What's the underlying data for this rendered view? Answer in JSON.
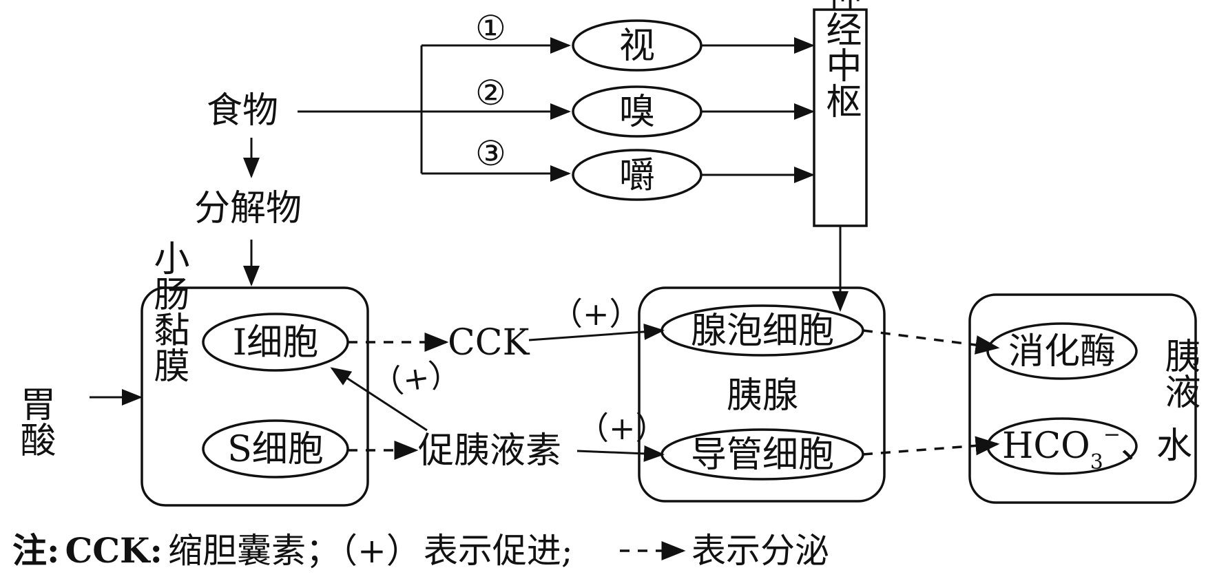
{
  "labels": {
    "food": "食物",
    "decomposition": "分解物",
    "gastric_acid": "胃酸",
    "small_intestine_mucosa": "小肠黏膜",
    "i_cell": "I细胞",
    "s_cell": "S细胞",
    "cck": "CCK",
    "secretin": "促胰液素",
    "sight": "视",
    "smell": "嗅",
    "chew": "嚼",
    "nerve_center": "神经中枢",
    "acinar_cell": "腺泡细胞",
    "pancreas": "胰腺",
    "duct_cell": "导管细胞",
    "digestive_enzyme": "消化酶",
    "hco3_base": "HCO",
    "hco3_sub": "3",
    "hco3_sup": "−",
    "hco3_rest": "、水",
    "pancreatic_juice": "胰液"
  },
  "numbers": [
    "①",
    "②",
    "③"
  ],
  "signs": {
    "plus_cck": "（+）",
    "plus_secretin": "（+）",
    "plus_feedback": "（+）"
  },
  "note": {
    "prefix": "注",
    "colon": ":",
    "cck": "CCK",
    "cck_def": "缩胆囊素；",
    "plus": "（+）",
    "plus_def": "表示促进;",
    "arrow_def": "表示分泌"
  }
}
